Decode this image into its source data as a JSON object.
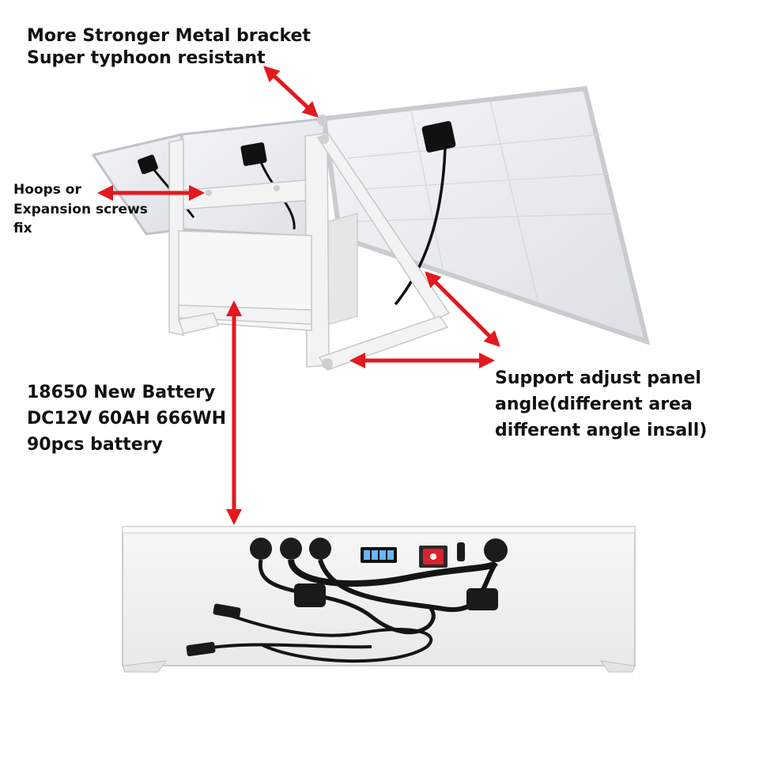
{
  "annotations": {
    "bracket": {
      "lines": [
        "More Stronger Metal bracket",
        "Super typhoon resistant"
      ]
    },
    "hoops": {
      "lines": [
        "Hoops or",
        "Expansion screws",
        "fix"
      ]
    },
    "battery": {
      "lines": [
        "18650 New Battery",
        "DC12V 60AH 666WH",
        "90pcs battery"
      ]
    },
    "support": {
      "lines": [
        "Support adjust panel",
        "angle(different area",
        "different angle insall)"
      ]
    }
  },
  "colors": {
    "arrow": "#e3191e",
    "panel_frame": "#c9cbce",
    "panel_cell": "#e8eaee",
    "bracket": "#f2f2f2",
    "battery_box": "#f3f3f3",
    "cable": "#1a1a1a",
    "switch": "#d9232e"
  }
}
